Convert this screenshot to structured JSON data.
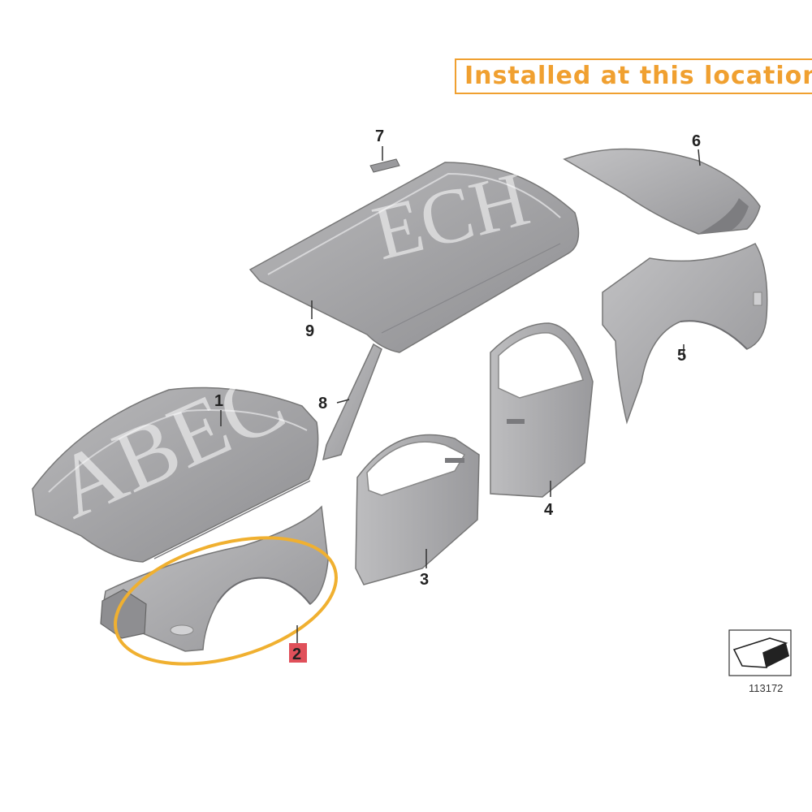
{
  "banner": {
    "text": "Installed at this location",
    "color": "#f0a030"
  },
  "callouts": {
    "p1": "1",
    "p2": "2",
    "p3": "3",
    "p4": "4",
    "p5": "5",
    "p6": "6",
    "p7": "7",
    "p8": "8",
    "p9": "9"
  },
  "highlight": {
    "part": "2",
    "badge_color": "#e0505a",
    "ring_color": "#f0b030"
  },
  "drawing": {
    "code": "113172",
    "orientation_icon": "arrow-orientation-icon"
  },
  "watermark": {
    "line1": "ECH",
    "line2": "ABEC",
    "color": "#ffffff"
  },
  "colors": {
    "panel_fill": "#a7a7a9",
    "panel_dark": "#8d8d90",
    "panel_light": "#c4c4c6"
  }
}
